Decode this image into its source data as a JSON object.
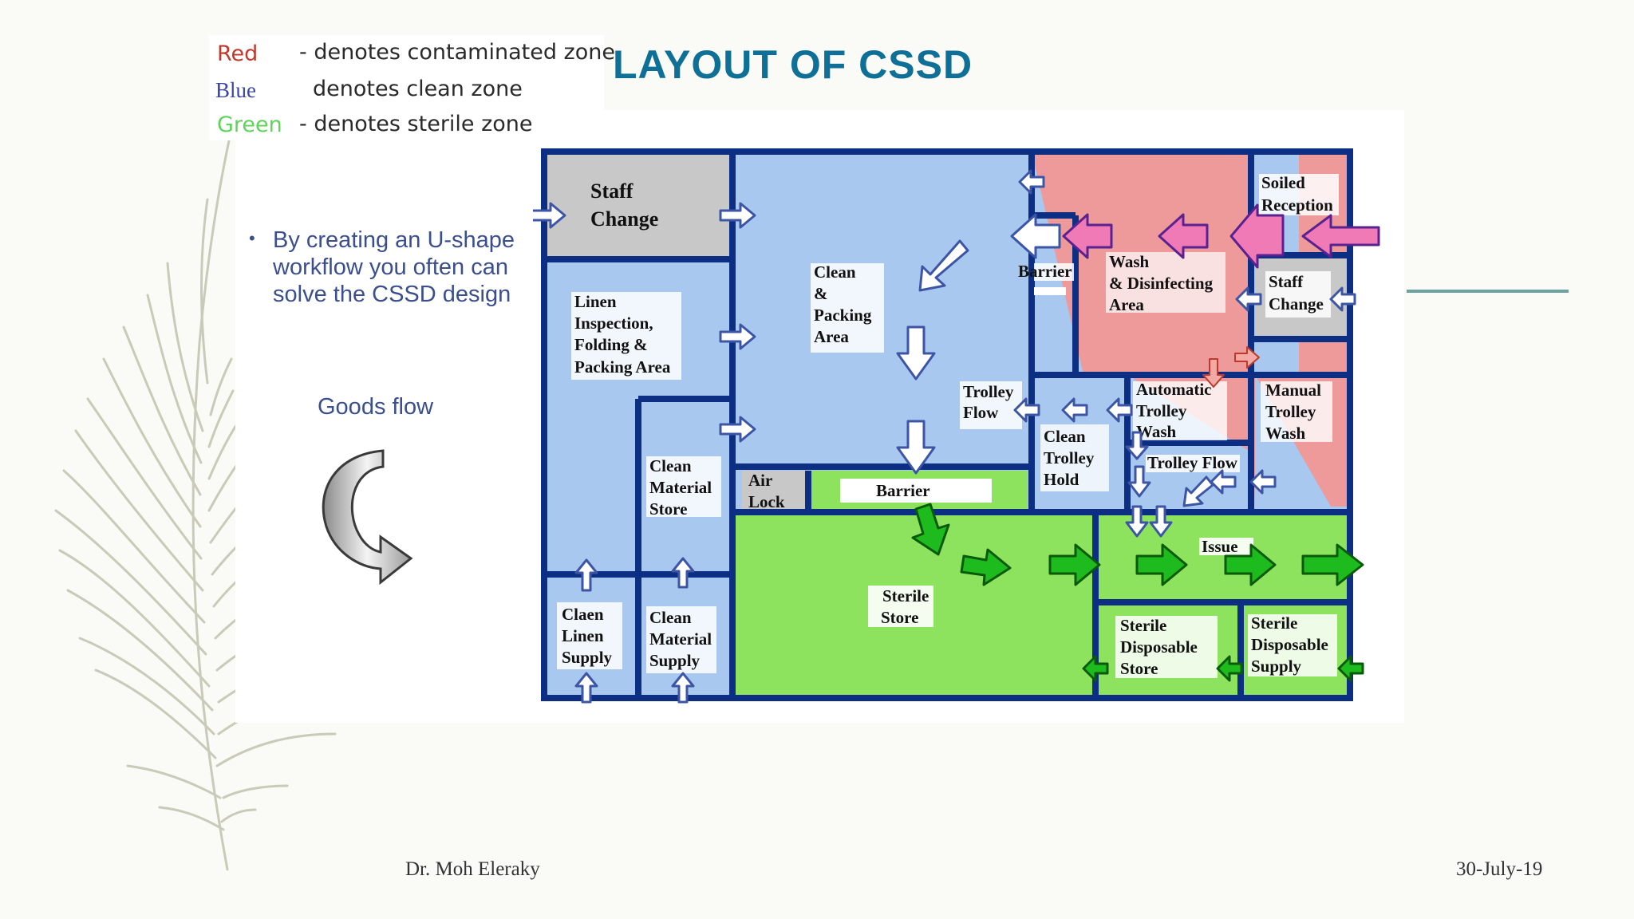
{
  "slide": {
    "title": "LAYOUT OF CSSD",
    "legend": [
      {
        "key": "Red",
        "text": "- denotes contaminated zone",
        "color": "#c0392b"
      },
      {
        "key": "Blue",
        "text": "denotes clean zone",
        "color": "#3c45a6"
      },
      {
        "key": "Green",
        "text": "- denotes sterile zone",
        "color": "#5fd45a"
      }
    ],
    "bullet": "By creating an U-shape workflow you often can solve the CSSD design",
    "goods_flow": "Goods flow",
    "author": "Dr. Moh Eleraky",
    "date": "30-July-19"
  },
  "colors": {
    "title": "#0e6f97",
    "clean_zone": "#a9c8f0",
    "contaminated_zone": "#ee9a9a",
    "sterile_zone": "#8ee35e",
    "neutral_room": "#c8c8c8",
    "walls": "#0d2f83",
    "sterile_arrow": "#1dbb1d"
  },
  "rooms": {
    "staff_change_1": [
      "Staff",
      "Change"
    ],
    "linen_inspection": [
      "Linen",
      "Inspection,",
      "Folding &",
      "Packing Area"
    ],
    "clean_packing": [
      "Clean",
      "&",
      "Packing",
      "Area"
    ],
    "barrier_top": "Barrier",
    "wash_disinfecting": [
      "Wash",
      "& Disinfecting",
      "Area"
    ],
    "soiled_reception": [
      "Soiled",
      "Reception"
    ],
    "staff_change_2": [
      "Staff",
      "Change"
    ],
    "trolley_flow": [
      "Trolley",
      "Flow"
    ],
    "automatic_trolley_wash": [
      "Automatic",
      "Trolley",
      "Wash"
    ],
    "manual_trolley_wash": [
      "Manual",
      "Trolley",
      "Wash"
    ],
    "clean_trolley_hold": [
      "Clean",
      "Trolley",
      "Hold"
    ],
    "trolley_flow_2": "Trolley Flow",
    "clean_material_store": [
      "Clean",
      "Material",
      "Store"
    ],
    "air_lock": [
      "Air",
      "Lock"
    ],
    "barrier_bottom": "Barrier",
    "issue": "Issue",
    "sterile_store": [
      "Sterile",
      "Store"
    ],
    "sterile_disposable_store": [
      "Sterile",
      "Disposable",
      "Store"
    ],
    "sterile_disposable_supply": [
      "Sterile",
      "Disposable",
      "Supply"
    ],
    "clean_linen_supply": [
      "Claen",
      "Linen",
      "Supply"
    ],
    "clean_material_supply": [
      "Clean",
      "Material",
      "Supply"
    ]
  }
}
